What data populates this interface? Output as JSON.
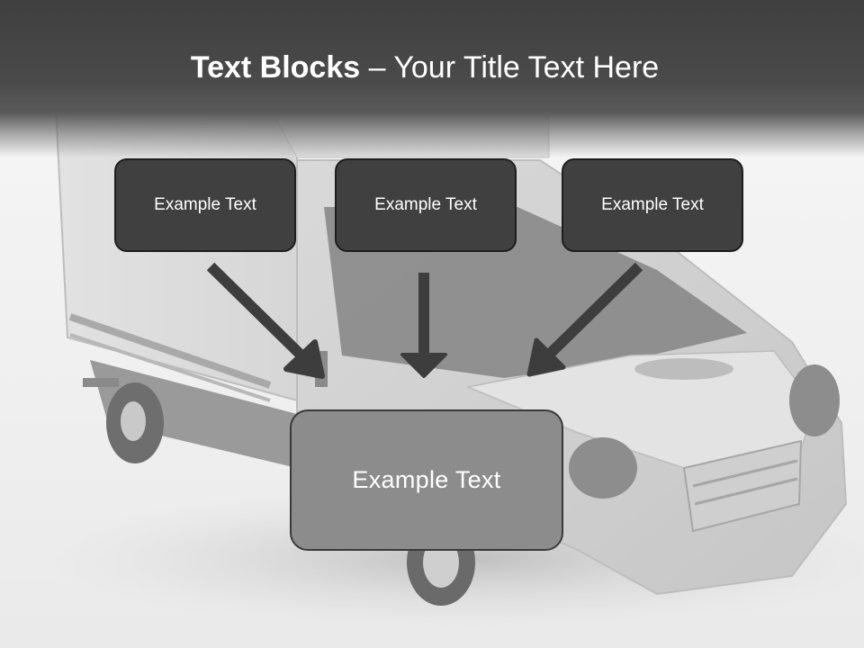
{
  "title": {
    "bold_part": "Text Blocks",
    "rest": " – Your Title Text Here"
  },
  "blocks": {
    "top": [
      "Example Text",
      "Example Text",
      "Example Text"
    ],
    "bottom": "Example Text"
  },
  "colors": {
    "header": "#404040",
    "small_box": "#404040",
    "big_box": "#8c8c8c",
    "arrow": "#3d3d3d",
    "text": "#ffffff"
  },
  "icons": {
    "arrows": [
      "arrow-down-right-icon",
      "arrow-down-icon",
      "arrow-down-left-icon"
    ]
  }
}
